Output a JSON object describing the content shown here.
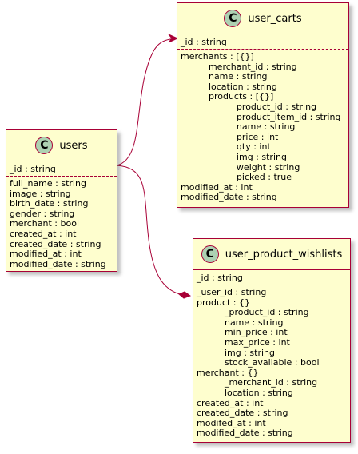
{
  "diagram": {
    "colors": {
      "border": "#a80036",
      "fill": "#fefece",
      "badge": "#add1b2"
    },
    "classes": {
      "users": {
        "badge": "C",
        "name": "users",
        "id_field": "_id : string",
        "fields": [
          "full_name : string",
          "image : string",
          "birth_date : string",
          "gender : string",
          "merchant : bool",
          "created_at : int",
          "created_date : string",
          "modified_at : int",
          "modified_date : string"
        ]
      },
      "user_carts": {
        "badge": "C",
        "name": "user_carts",
        "id_field": "_id : string",
        "fields": [
          "merchants : [{}]",
          "          merchant_id : string",
          "          name : string",
          "          location : string",
          "          products : [{}]",
          "                    product_id : string",
          "                    product_item_id : string",
          "                    name : string",
          "                    price : int",
          "                    qty : int",
          "                    img : string",
          "                    weight : string",
          "                    picked : true",
          "modified_at : int",
          "modified_date : string"
        ]
      },
      "user_product_wishlists": {
        "badge": "C",
        "name": "user_product_wishlists",
        "id_field": "_id : string",
        "fields": [
          "_user_id : string",
          "product : {}",
          "          _product_id : string",
          "          name : string",
          "          min_price : int",
          "          max_price : int",
          "          img : string",
          "          stock_available : bool",
          "merchant : {}",
          "          _merchant_id : string",
          "          location : string",
          "created_at : int",
          "created_date : string",
          "modifed_at : int",
          "modified_date : string"
        ]
      }
    },
    "relations": [
      {
        "from": "users",
        "to": "user_carts",
        "type": "arrow"
      },
      {
        "from": "users",
        "to": "user_product_wishlists",
        "type": "composition"
      }
    ]
  }
}
